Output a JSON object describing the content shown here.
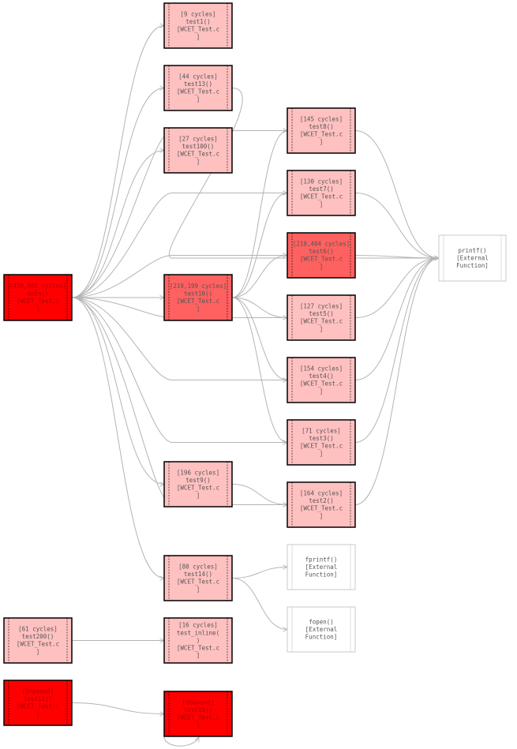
{
  "colors": {
    "edge": "#b4b4b4",
    "light": "#ffc0c0",
    "medium": "#ff6060",
    "hot": "#ff0000",
    "external_border": "#c8c8c8",
    "border": "#000000",
    "text": "#555555",
    "hot_text": "#b00000"
  },
  "nodes": [
    {
      "id": "test1",
      "lines": [
        "[9 cycles]",
        "test1()",
        "[WCET_Test.c",
        "]"
      ],
      "heat": "light"
    },
    {
      "id": "test13",
      "lines": [
        "[44 cycles]",
        "test13()",
        "[WCET_Test.c",
        "]"
      ],
      "heat": "light"
    },
    {
      "id": "test100",
      "lines": [
        "[27 cycles]",
        "test100()",
        "[WCET_Test.c",
        "]"
      ],
      "heat": "light"
    },
    {
      "id": "test8",
      "lines": [
        "[145 cycles]",
        "test8()",
        "[WCET_Test.c",
        "]"
      ],
      "heat": "light"
    },
    {
      "id": "test7",
      "lines": [
        "[130 cycles]",
        "test7()",
        "[WCET_Test.c",
        "]"
      ],
      "heat": "light"
    },
    {
      "id": "test6",
      "lines": [
        "[218,484 cycles]",
        "test6()",
        "[WCET_Test.c",
        "]"
      ],
      "heat": "medium"
    },
    {
      "id": "main",
      "lines": [
        "[438,988 cycles]",
        "main()",
        "[WCET_Test.c",
        "]"
      ],
      "heat": "hot"
    },
    {
      "id": "test10",
      "lines": [
        "[219,199 cycles]",
        "test10()",
        "[WCET_Test.c",
        "]"
      ],
      "heat": "medium"
    },
    {
      "id": "test5",
      "lines": [
        "[127 cycles]",
        "test5()",
        "[WCET_Test.c",
        "]"
      ],
      "heat": "light"
    },
    {
      "id": "test4",
      "lines": [
        "[154 cycles]",
        "test4()",
        "[WCET_Test.c",
        "]"
      ],
      "heat": "light"
    },
    {
      "id": "test3",
      "lines": [
        "[71 cycles]",
        "test3()",
        "[WCET_Test.c",
        "]"
      ],
      "heat": "light"
    },
    {
      "id": "test9",
      "lines": [
        "[196 cycles]",
        "test9()",
        "[WCET_Test.c",
        "]"
      ],
      "heat": "light"
    },
    {
      "id": "test2",
      "lines": [
        "[164 cycles]",
        "test2()",
        "[WCET_Test.c",
        "]"
      ],
      "heat": "light"
    },
    {
      "id": "test14",
      "lines": [
        "[80 cycles]",
        "test14()",
        "[WCET_Test.c",
        "]"
      ],
      "heat": "light"
    },
    {
      "id": "fprintf",
      "lines": [
        "fprintf()",
        "[External",
        "Function]"
      ],
      "heat": "external"
    },
    {
      "id": "printf",
      "lines": [
        "printf()",
        "[External",
        "Function]"
      ],
      "heat": "external"
    },
    {
      "id": "test200",
      "lines": [
        "[61 cycles]",
        "test200()",
        "[WCET_Test.c",
        "]"
      ],
      "heat": "light"
    },
    {
      "id": "test_inline",
      "lines": [
        "[16 cycles]",
        "test_inline(",
        ")",
        "[WCET_Test.c",
        "]"
      ],
      "heat": "light"
    },
    {
      "id": "fopen",
      "lines": [
        "fopen()",
        "[External",
        "Function]"
      ],
      "heat": "external"
    },
    {
      "id": "test11",
      "lines": [
        "[Unbound]",
        "test11()",
        "[WCET_Test.c",
        "]"
      ],
      "heat": "hot"
    },
    {
      "id": "test15",
      "lines": [
        "[Unbound]",
        "test15()",
        "[WCET_Test.c",
        "]"
      ],
      "heat": "hot"
    }
  ],
  "edges": [
    {
      "from": "main",
      "to": "test1"
    },
    {
      "from": "main",
      "to": "test13"
    },
    {
      "from": "main",
      "to": "test100"
    },
    {
      "from": "main",
      "to": "test8"
    },
    {
      "from": "main",
      "to": "test7"
    },
    {
      "from": "main",
      "to": "test6"
    },
    {
      "from": "main",
      "to": "test10"
    },
    {
      "from": "main",
      "to": "test5"
    },
    {
      "from": "main",
      "to": "test4"
    },
    {
      "from": "main",
      "to": "test3"
    },
    {
      "from": "main",
      "to": "test9"
    },
    {
      "from": "main",
      "to": "test2"
    },
    {
      "from": "main",
      "to": "test14"
    },
    {
      "from": "test10",
      "to": "test8"
    },
    {
      "from": "test10",
      "to": "test7"
    },
    {
      "from": "test10",
      "to": "test6"
    },
    {
      "from": "test10",
      "to": "test5"
    },
    {
      "from": "test10",
      "to": "test4"
    },
    {
      "from": "test10",
      "to": "test3"
    },
    {
      "from": "test9",
      "to": "test2"
    },
    {
      "from": "test13",
      "to": "printf"
    },
    {
      "from": "test8",
      "to": "printf"
    },
    {
      "from": "test7",
      "to": "printf"
    },
    {
      "from": "test6",
      "to": "printf"
    },
    {
      "from": "test5",
      "to": "printf"
    },
    {
      "from": "test4",
      "to": "printf"
    },
    {
      "from": "test3",
      "to": "printf"
    },
    {
      "from": "test2",
      "to": "printf"
    },
    {
      "from": "test14",
      "to": "fprintf"
    },
    {
      "from": "test14",
      "to": "fopen"
    },
    {
      "from": "test200",
      "to": "test_inline"
    },
    {
      "from": "test11",
      "to": "test15"
    },
    {
      "from": "test15",
      "to": "test15"
    }
  ]
}
